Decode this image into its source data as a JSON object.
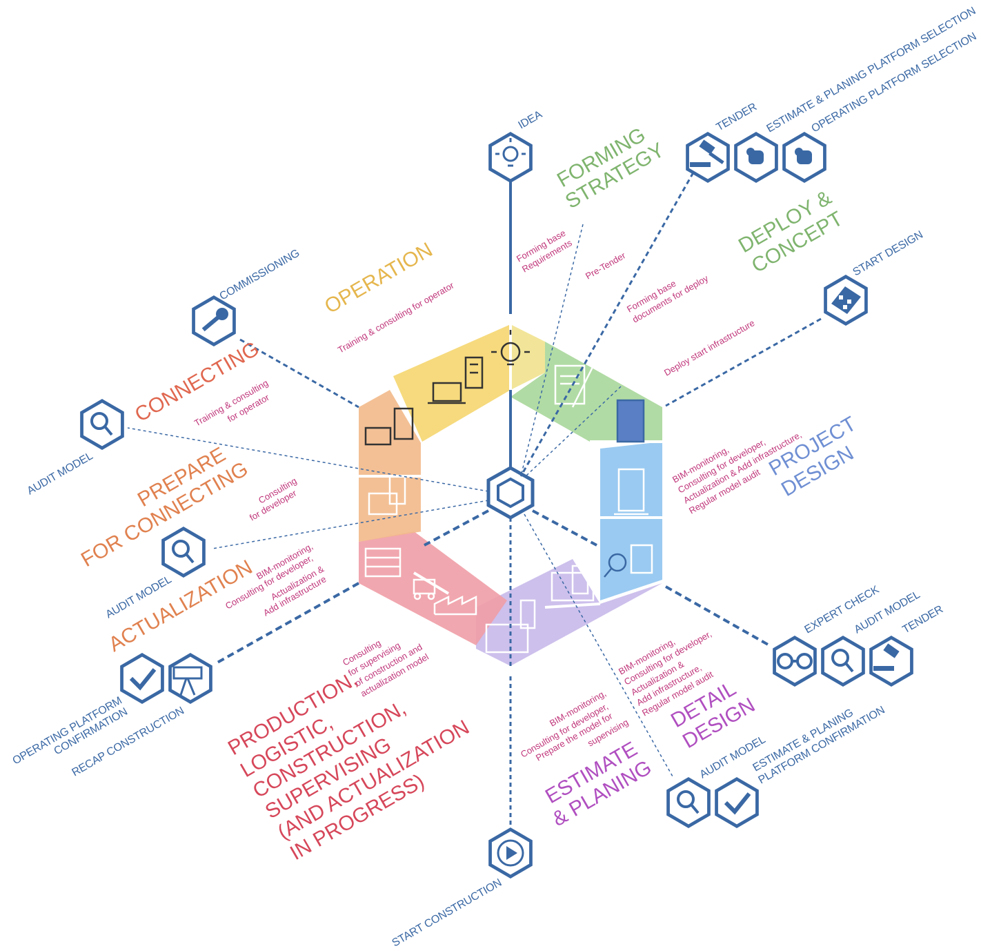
{
  "center_hub": "hub-icon",
  "phases": {
    "forming_strategy": {
      "line1": "FORMING",
      "line2": "STRATEGY",
      "color": "#7fb46e"
    },
    "deploy_concept": {
      "line1": "DEPLOY &",
      "line2": "CONCEPT",
      "color": "#7fb46e"
    },
    "project_design": {
      "line1": "PROJECT",
      "line2": "DESIGN",
      "color": "#6f8fd3"
    },
    "detail_design": {
      "line1": "DETAIL",
      "line2": "DESIGN",
      "color": "#b04fc0"
    },
    "estimate_planing": {
      "line1": "ESTIMATE",
      "line2": "& PLANING",
      "color": "#b04fc0"
    },
    "production": {
      "lines": [
        "PRODUCTION,",
        "LOGISTIC,",
        "CONSTRUCTION,",
        "SUPERVISING",
        "(AND ACTUALIZATION",
        "IN PROGRESS)"
      ],
      "color": "#d6475a"
    },
    "actualization": {
      "line1": "ACTUALIZATION",
      "color": "#e0814f"
    },
    "prepare_connecting": {
      "line1": "PREPARE",
      "line2": "FOR CONNECTING",
      "color": "#e0814f"
    },
    "connecting": {
      "line1": "CONNECTING",
      "color": "#e0674f"
    },
    "operation": {
      "line1": "OPERATION",
      "color": "#e5b64d"
    }
  },
  "notes": {
    "forming_base_req": [
      "Forming base",
      "Requirements"
    ],
    "pre_tender": "Pre-Tender",
    "forming_docs": [
      "Forming base",
      "documents for deploy"
    ],
    "deploy_infra": "Deploy start infrastructure",
    "project_design": [
      "BIM-monitoring,",
      "Consulting for developer,",
      "Actualization & Add infrastructure,",
      "Regular model audit"
    ],
    "detail_design": [
      "BIM-monitoring,",
      "Consulting for developer,",
      "Actualization &",
      "Add infrastructure,",
      "Regular model audit"
    ],
    "estimate": [
      "BIM-monitoring,",
      "Consulting for developer,",
      "Prepare the model for",
      "supervising"
    ],
    "production": [
      "Consulting",
      "for supervising",
      "of construction and",
      "actualization model"
    ],
    "actualization": [
      "BIM-monitoring,",
      "Consulting for developer,",
      "Actualization &",
      "Add infrastructure"
    ],
    "prepare": [
      "Consulting",
      "for developer"
    ],
    "connecting": [
      "Training & consulting",
      "for operator"
    ],
    "operation": "Training & consulting for operator"
  },
  "milestones": {
    "idea": "IDEA",
    "tender": "TENDER",
    "estimate_platform_sel": "ESTIMATE & PLANING PLATFORM SELECTION",
    "operating_platform_sel": "OPERATING PLATFORM SELECTION",
    "start_design": "START DESIGN",
    "expert_check": "EXPERT CHECK",
    "audit_model_right": "AUDIT MODEL",
    "tender_right": "TENDER",
    "audit_model_bottom": "AUDIT MODEL",
    "estimate_platform_conf": [
      "ESTIMATE & PLANING",
      "PLATFORM CONFIRMATION"
    ],
    "start_construction": "START CONSTRUCTION",
    "operating_platform_conf": [
      "OPERATING PLATFORM",
      "CONFIRMATION"
    ],
    "recap_construction": "RECAP CONSTRUCTION",
    "audit_model_left_low": "AUDIT MODEL",
    "audit_model_left_high": "AUDIT MODEL",
    "commissioning": "COMMISSIONING"
  },
  "colors": {
    "icon_stroke": "#3a68a4",
    "operation_tile": "#f3d36b",
    "strategy_tile": "#a9d79a",
    "design_tile": "#8fc4ef",
    "detail_tile": "#c8b9ea",
    "production_tile": "#ef9da6",
    "connecting_tile": "#f2b98a"
  }
}
